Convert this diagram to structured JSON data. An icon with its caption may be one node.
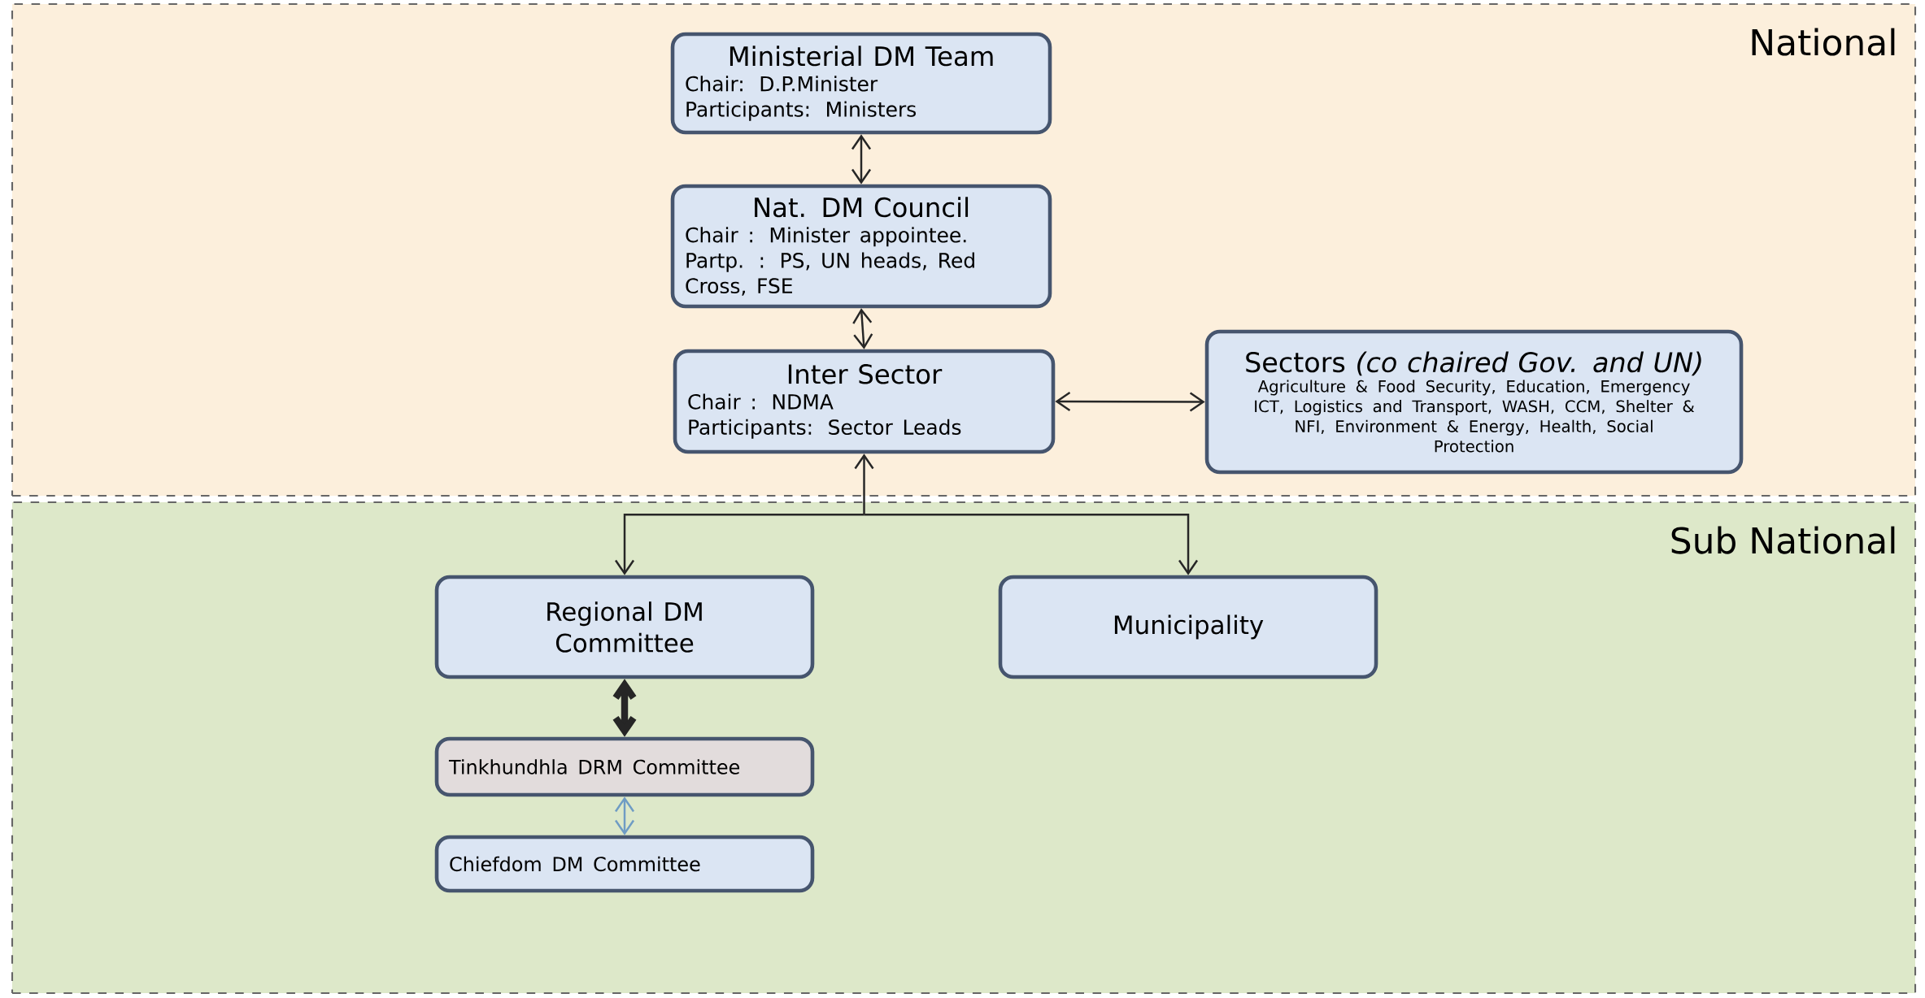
{
  "diagram": {
    "nodes": [
      {
        "text": [
          "National"
        ]
      },
      {
        "text": [
          "Sub National"
        ]
      },
      {
        "text": [
          "Ministerial DM Team",
          "Chair: D.P.Minister",
          "Participants: Ministers"
        ],
        "in": 0
      },
      {
        "text": [
          "Nat. DM Council",
          "Chair : Minister appointee.",
          "Partp. : PS, UN heads, Red Cross, FSE"
        ],
        "in": 0
      },
      {
        "text": [
          "Inter Sector",
          "Chair : NDMA",
          "Participants: Sector Leads"
        ],
        "in": 0
      },
      {
        "text": [
          "Sectors *(co chaired Gov. and UN)*",
          "Agriculture & Food Security, Education, Emergency ICT, Logistics and Transport, WASH, CCM, Shelter & NFI, Environment & Energy, Health, Social Protection"
        ],
        "in": 0
      },
      {
        "text": [
          "Regional DM Committee"
        ],
        "in": 1
      },
      {
        "text": [
          "Municipality"
        ],
        "in": 1
      },
      {
        "text": [
          "Tinkhundhla DRM Committee"
        ],
        "in": 1
      },
      {
        "text": [
          "Chiefdom DM Committee"
        ],
        "in": 1
      }
    ],
    "edges": [
      {
        "from": 2,
        "to": 3,
        "arrow": "both"
      },
      {
        "from": 3,
        "to": 4,
        "arrow": "both"
      },
      {
        "from": 4,
        "to": 5,
        "arrow": "both"
      },
      {
        "from": 4,
        "to": 6,
        "arrow": "both"
      },
      {
        "from": 4,
        "to": 7,
        "arrow": "both"
      },
      {
        "from": 6,
        "to": 8,
        "arrow": "both",
        "style": "thick"
      },
      {
        "from": 8,
        "to": 9,
        "arrow": "both",
        "color": "#6f9cc4"
      }
    ]
  }
}
